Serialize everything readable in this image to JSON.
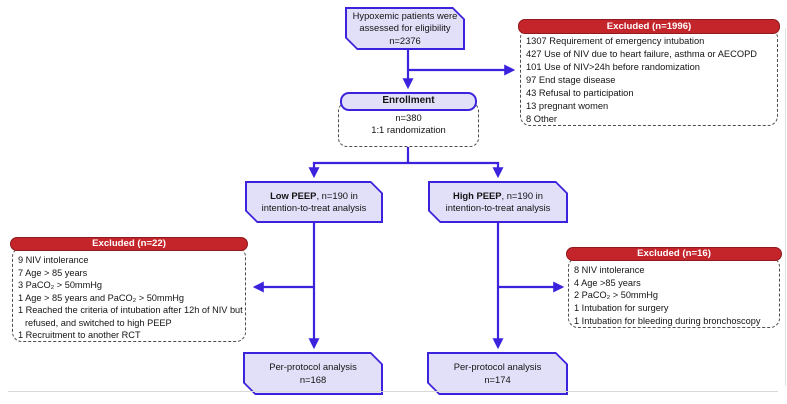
{
  "diagram": {
    "top_box": {
      "line1": "Hypoxemic patients were",
      "line2": "assessed for eligibility",
      "line3": "n=2376"
    },
    "excluded_top": {
      "title": "Excluded (n=1996)",
      "items": [
        "1307 Requirement of emergency intubation",
        "427 Use of NIV due to heart failure, asthma or AECOPD",
        "101 Use of NIV>24h before randomization",
        "97 End stage disease",
        "43 Refusal to participation",
        "13 pregnant women",
        "8 Other"
      ]
    },
    "enrollment": {
      "title": "Enrollment",
      "line1": "n=380",
      "line2": "1:1 randomization"
    },
    "low_peep": {
      "bold": "Low PEEP",
      "rest": ", n=190 in",
      "line2": "intention-to-treat analysis"
    },
    "high_peep": {
      "bold": "High PEEP",
      "rest": ", n=190 in",
      "line2": "intention-to-treat analysis"
    },
    "excluded_left": {
      "title": "Excluded (n=22)",
      "items": [
        "9 NIV intolerance",
        "7 Age > 85 years",
        "3 PaCO₂ > 50mmHg",
        "1 Age > 85 years and PaCO₂ > 50mmHg",
        "1 Reached the criteria of intubation after 12h of NIV but refused, and switched to high PEEP",
        "1 Recruitment to another RCT"
      ]
    },
    "excluded_right": {
      "title": "Excluded (n=16)",
      "items": [
        "8 NIV intolerance",
        "4 Age >85 years",
        "2 PaCO₂ > 50mmHg",
        "1 Intubation for surgery",
        "1 Intubation for bleeding during bronchoscopy"
      ]
    },
    "per_protocol_left": {
      "line1": "Per-protocol analysis",
      "line2": "n=168"
    },
    "per_protocol_right": {
      "line1": "Per-protocol analysis",
      "line2": "n=174"
    },
    "colors": {
      "accent_blue": "#3b23dd",
      "box_fill": "#e2dff8",
      "red_header": "#c4252b",
      "red_border": "#8f191d"
    }
  }
}
